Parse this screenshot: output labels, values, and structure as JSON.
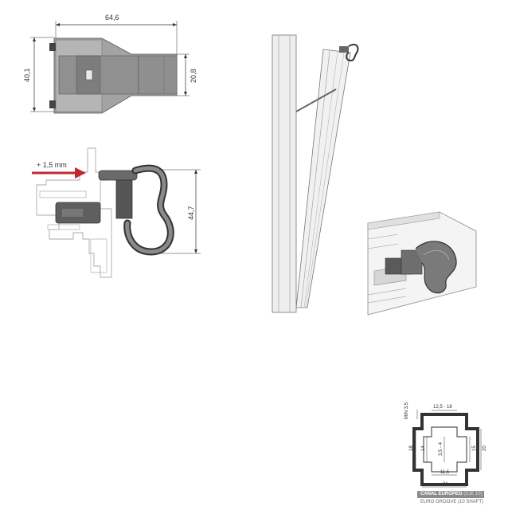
{
  "top_view": {
    "width_dim": "64,6",
    "height_dim": "40,1",
    "right_dim": "20,8"
  },
  "section_view": {
    "push_label": "+ 1,5 mm",
    "height_dim": "44,7",
    "arrow_color": "#c0282f"
  },
  "groove": {
    "min_dim": "MIN 3,5",
    "top_dim": "12,5 - 18",
    "left_outer": "18",
    "left_inner": "14",
    "center_dim": "3,5 - 4",
    "right_inner": "15",
    "right_outer": "20",
    "bottom_inner": "11,5",
    "bottom_outer": "21",
    "caption_line1_a": "CANAL EUROPEO",
    "caption_line1_b": "(EJE 10)",
    "caption_line2": "EURO GROOVE (10 SHAFT)"
  },
  "colors": {
    "part_dark": "#5a5a5a",
    "part_mid": "#8a8a8a",
    "part_light": "#b8b8b8",
    "profile_line": "#9a9a9a",
    "caption_bg": "#8c8c8c"
  }
}
